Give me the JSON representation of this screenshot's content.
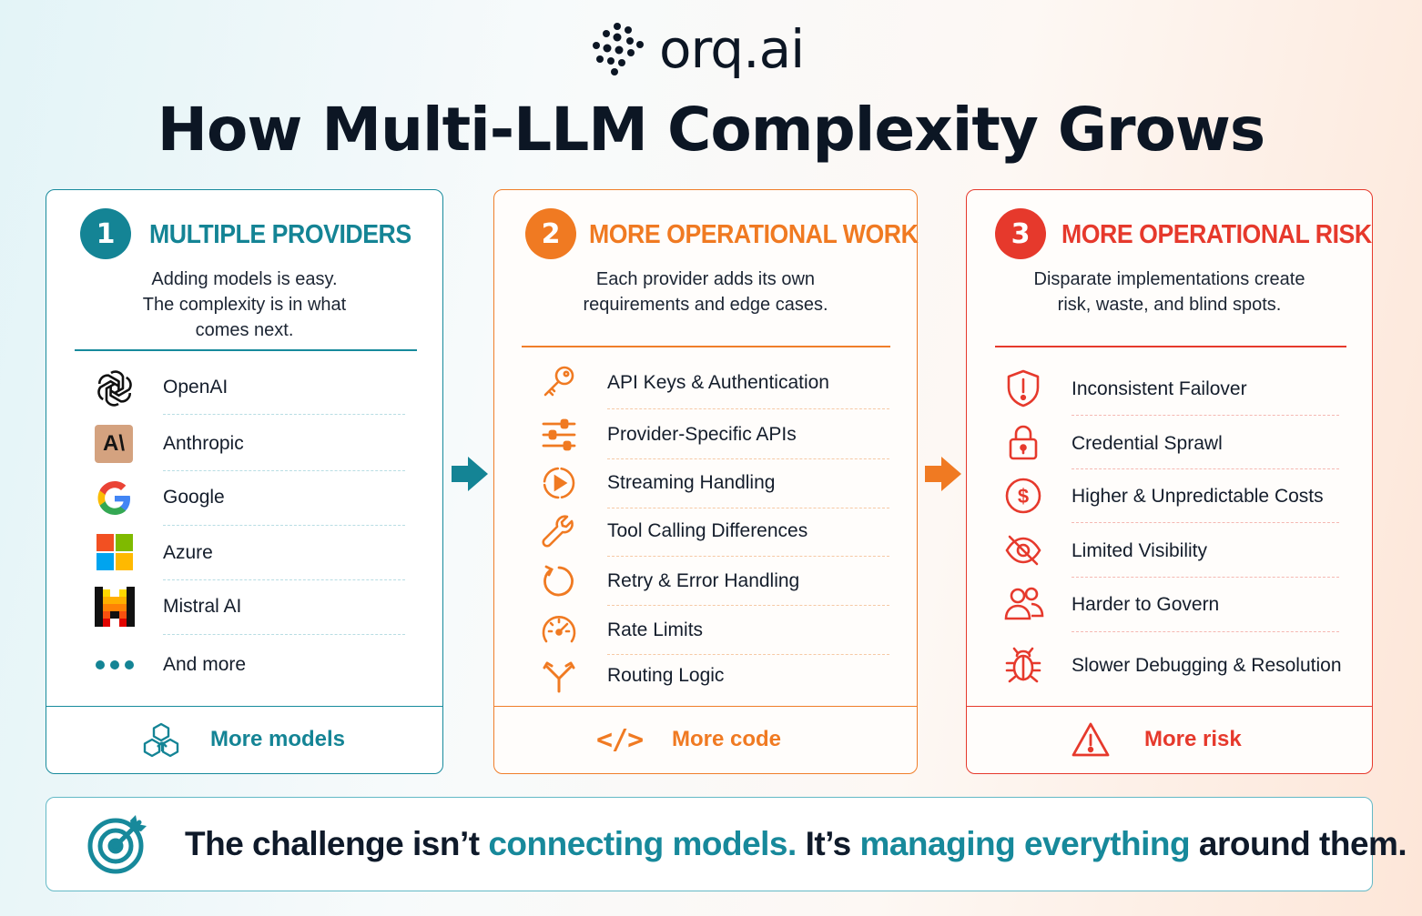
{
  "brand": {
    "name": "orq.ai"
  },
  "title": "How Multi-LLM Complexity Grows",
  "colors": {
    "teal": "#148495",
    "orange": "#f07a22",
    "red": "#e6392c",
    "dark": "#0c1624"
  },
  "cards": [
    {
      "number": "1",
      "title": "MULTIPLE PROVIDERS",
      "description_lines": [
        "Adding models is easy.",
        "The complexity is in what",
        "comes next."
      ],
      "items": [
        {
          "label": "OpenAI",
          "icon": "openai-logo-icon"
        },
        {
          "label": "Anthropic",
          "icon": "anthropic-logo-icon",
          "icon_text": "A\\"
        },
        {
          "label": "Google",
          "icon": "google-logo-icon"
        },
        {
          "label": "Azure",
          "icon": "microsoft-logo-icon"
        },
        {
          "label": "Mistral AI",
          "icon": "mistral-logo-icon"
        },
        {
          "label": "And more",
          "icon": "ellipsis-icon"
        }
      ],
      "footer": {
        "label": "More models",
        "icon": "models-network-icon"
      }
    },
    {
      "number": "2",
      "title": "MORE OPERATIONAL WORK",
      "description_lines": [
        "Each provider adds its own",
        "requirements and edge cases."
      ],
      "items": [
        {
          "label": "API Keys & Authentication",
          "icon": "key-icon"
        },
        {
          "label": "Provider-Specific APIs",
          "icon": "sliders-icon"
        },
        {
          "label": "Streaming Handling",
          "icon": "play-circle-icon"
        },
        {
          "label": "Tool Calling Differences",
          "icon": "wrench-icon"
        },
        {
          "label": "Retry & Error Handling",
          "icon": "retry-icon"
        },
        {
          "label": "Rate Limits",
          "icon": "speedometer-icon"
        },
        {
          "label": "Routing Logic",
          "icon": "routing-fork-icon"
        }
      ],
      "footer": {
        "label": "More code",
        "icon": "code-icon",
        "icon_text": "</>"
      }
    },
    {
      "number": "3",
      "title": "MORE OPERATIONAL RISK",
      "description_lines": [
        "Disparate implementations create",
        "risk, waste, and blind spots."
      ],
      "items": [
        {
          "label": "Inconsistent Failover",
          "icon": "shield-alert-icon"
        },
        {
          "label": "Credential Sprawl",
          "icon": "lock-icon"
        },
        {
          "label": "Higher & Unpredictable Costs",
          "icon": "dollar-circle-icon"
        },
        {
          "label": "Limited Visibility",
          "icon": "eye-off-icon"
        },
        {
          "label": "Harder to Govern",
          "icon": "users-icon"
        },
        {
          "label": "Slower Debugging & Resolution",
          "icon": "bug-icon"
        }
      ],
      "footer": {
        "label": "More risk",
        "icon": "warning-triangle-icon"
      }
    }
  ],
  "banner": {
    "icon": "target-icon",
    "part1": "The challenge isn’t",
    "highlight1": "connecting models.",
    "part2": "It’s",
    "highlight2": "managing everything",
    "part3": "around them."
  }
}
